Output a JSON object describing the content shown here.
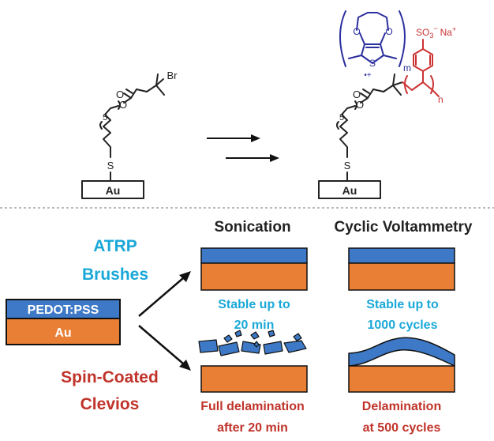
{
  "colors": {
    "blue": "#3d79c6",
    "orange": "#e97f35",
    "teal_text": "#1aa8d8",
    "red_text": "#c0332a",
    "chem_red": "#cc3333",
    "chem_blue": "#2c2f9e",
    "dark": "#222222"
  },
  "chem": {
    "substrate": "Au",
    "sulfur": "S",
    "oxygen": "O",
    "bromine": "Br",
    "repeat_five": "5",
    "sulfonate": "SO",
    "sulfonate_sub": "3",
    "sulfonate_charge": "−",
    "sodium": "Na",
    "sodium_charge": "+",
    "radical_cation": "•+",
    "subscript_m": "m",
    "subscript_n": "n"
  },
  "headers": {
    "sonication": "Sonication",
    "cv": "Cyclic Voltammetry"
  },
  "methods": {
    "atrp_line1": "ATRP",
    "atrp_line2": "Brushes",
    "spin_line1": "Spin-Coated",
    "spin_line2": "Clevios"
  },
  "sample": {
    "top_label": "PEDOT:PSS",
    "bottom_label": "Au"
  },
  "results": {
    "son_atrp_1": "Stable up to",
    "son_atrp_2": "20 min",
    "cv_atrp_1": "Stable up to",
    "cv_atrp_2": "1000 cycles",
    "son_spin_1": "Full delamination",
    "son_spin_2": "after 20 min",
    "cv_spin_1": "Delamination",
    "cv_spin_2": "at 500 cycles"
  }
}
